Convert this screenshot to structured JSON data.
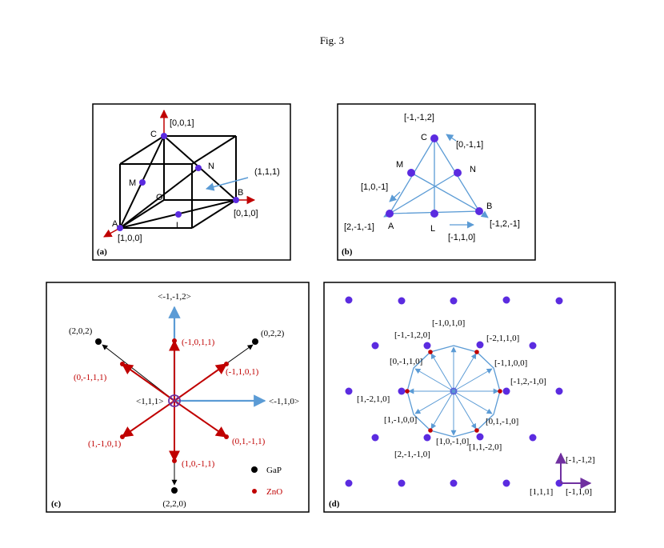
{
  "title": "Fig. 3",
  "colors": {
    "blue": "#4472c4",
    "arrowBlue": "#5b9bd5",
    "red": "#c00000",
    "purple": "#7030a0",
    "dot": "#5b2be0",
    "black": "#000000"
  },
  "panel_a": {
    "letter": "(a)",
    "labels": {
      "c_dir": "[0,0,1]",
      "b_dir": "[0,1,0]",
      "a_dir": "[1,0,0]",
      "normal": "(1,1,1)",
      "C": "C",
      "M": "M",
      "N": "N",
      "O": "O",
      "B": "B",
      "A": "A",
      "L": "L"
    }
  },
  "panel_b": {
    "letter": "(b)",
    "labels": {
      "top": "[-1,-1,2]",
      "C": "C",
      "m_dir": "[0,-1,1]",
      "M": "M",
      "N": "N",
      "left_up": "[1,0,-1]",
      "A": "A",
      "B": "B",
      "L": "L",
      "left_low": "[2,-1,-1]",
      "right_low": "[-1,2,-1]",
      "bottom": "[-1,1,0]"
    }
  },
  "panel_c": {
    "letter": "(c)",
    "labels": {
      "top": "<-1,-1,2>",
      "right": "<-1,1,0>",
      "center": "<1,1,1>"
    },
    "gap": [
      "(2,0,2)",
      "(0,2,2)",
      "(2,2,0)"
    ],
    "zno": [
      "(-1,0,1,1)",
      "(0,-1,1,1)",
      "(-1,1,0,1)",
      "(1,-1,0,1)",
      "(0,1,-1,1)",
      "(1,0,-1,1)"
    ],
    "legend": {
      "gap": "GaP",
      "zno": "ZnO"
    }
  },
  "panel_d": {
    "letter": "(d)",
    "labels": [
      "[-1,0,1,0]",
      "[-1,-1,2,0]",
      "[-2,1,1,0]",
      "[0,-1,1,0]",
      "[-1,1,0,0]",
      "[-1,2,-1,0]",
      "[1,-2,1,0]",
      "[1,-1,0,0]",
      "[0,1,-1,0]",
      "[1,0,-1,0]",
      "[2,-1,-1,0]",
      "[1,1,-2,0]"
    ],
    "axes": {
      "up": "[-1,-1,2]",
      "origin": "[1,1,1]",
      "right": "[-1,1,0]"
    }
  }
}
